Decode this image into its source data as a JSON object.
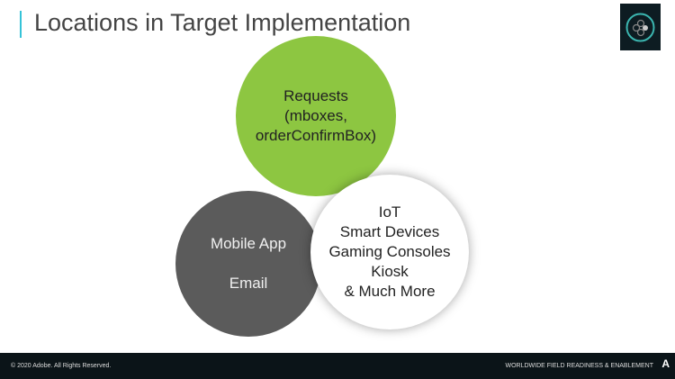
{
  "title": "Locations in Target Implementation",
  "circles": {
    "green": [
      "Requests",
      "(mboxes,",
      "orderConfirmBox)"
    ],
    "gray": [
      "Mobile App",
      "Email"
    ],
    "white": [
      "IoT",
      "Smart Devices",
      "Gaming Consoles",
      "Kiosk",
      "& Much More"
    ]
  },
  "footer": {
    "copyright": "© 2020 Adobe. All Rights Reserved.",
    "tagline": "WORLDWIDE FIELD READINESS & ENABLEMENT",
    "logo": "A"
  },
  "colors": {
    "accent": "#35c3d8",
    "green": "#8dc641",
    "gray": "#5b5b5b",
    "footer": "#0b1418"
  }
}
